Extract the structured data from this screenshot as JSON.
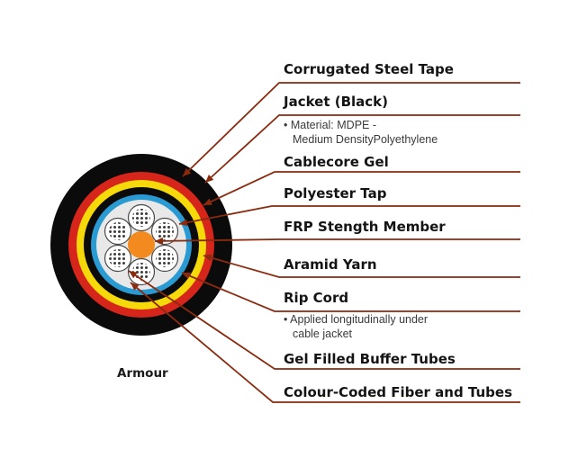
{
  "caption": "Armour",
  "labels": [
    {
      "title": "Corrugated Steel Tape"
    },
    {
      "title": "Jacket (Black)",
      "note_lines": [
        "• Material: MDPE -",
        "Medium DensityPolyethylene"
      ]
    },
    {
      "title": "Cablecore Gel"
    },
    {
      "title": "Polyester Tap"
    },
    {
      "title": "FRP Stength Member"
    },
    {
      "title": "Aramid Yarn"
    },
    {
      "title": "Rip Cord",
      "note_lines": [
        "• Applied longitudinally under",
        "cable jacket"
      ]
    },
    {
      "title": "Gel Filled Buffer Tubes"
    },
    {
      "title": "Colour-Coded Fiber and Tubes"
    }
  ],
  "colors": {
    "leader": "#8a2a0e",
    "jacket": "#0b0b0b",
    "armour_red": "#d6251a",
    "yellow": "#f6d90a",
    "blue": "#2a9ad3",
    "gel": "#e8e8e8",
    "center_member": "#f28a1f"
  }
}
